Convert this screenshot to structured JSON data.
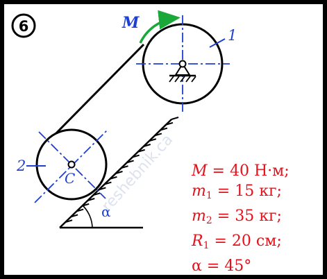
{
  "problem": {
    "number": "6"
  },
  "labels": {
    "moment": "M",
    "disk1": "1",
    "disk2": "2",
    "center": "C",
    "angle": "α"
  },
  "watermark": "reshebnik.ca",
  "params": [
    {
      "sym": "M",
      "sub": "",
      "rest": " = 40 Н·м;"
    },
    {
      "sym": "m",
      "sub": "1",
      "rest": " = 15 кг;"
    },
    {
      "sym": "m",
      "sub": "2",
      "rest": " = 35 кг;"
    },
    {
      "sym": "R",
      "sub": "1",
      "rest": " = 20 см;"
    },
    {
      "sym": "α",
      "sub": "",
      "rest": " = 45°"
    }
  ],
  "colors": {
    "ink": "#000000",
    "accent": "#1f3fd1",
    "moment": "#1aa83a",
    "given": "#e5101a"
  }
}
